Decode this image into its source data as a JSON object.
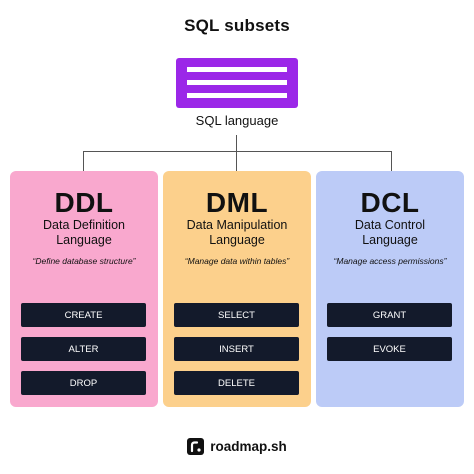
{
  "title": "SQL subsets",
  "root": {
    "label": "SQL language",
    "color": "#9b27e8"
  },
  "cards": [
    {
      "abbr": "DDL",
      "fullname": "Data Definition Language",
      "description": "“Define database structure”",
      "color": "#f9a8ce",
      "commands": [
        "CREATE",
        "ALTER",
        "DROP"
      ]
    },
    {
      "abbr": "DML",
      "fullname": "Data Manipulation Language",
      "description": "“Manage data within tables”",
      "color": "#fcd08c",
      "commands": [
        "SELECT",
        "INSERT",
        "DELETE"
      ]
    },
    {
      "abbr": "DCL",
      "fullname": "Data Control Language",
      "description": "“Manage access permissions”",
      "color": "#bccbf7",
      "commands": [
        "GRANT",
        "EVOKE"
      ]
    }
  ],
  "footer": {
    "brand": "roadmap.sh",
    "logo_icon": "roadmap-logo-icon"
  }
}
